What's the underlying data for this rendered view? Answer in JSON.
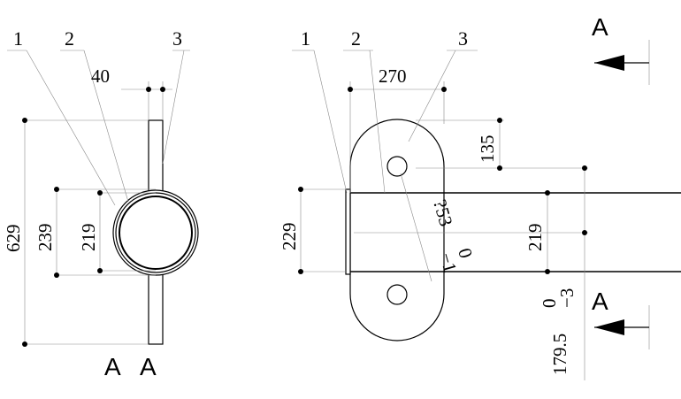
{
  "left_view": {
    "leaders": [
      "1",
      "2",
      "3"
    ],
    "dims": {
      "width_top": "40",
      "overall_height": "629",
      "outer_diameter": "239",
      "inner_diameter": "219"
    },
    "section": {
      "left": "A",
      "right": "A"
    }
  },
  "right_view": {
    "leaders": [
      "1",
      "2",
      "3"
    ],
    "dims": {
      "plate_width": "270",
      "hole_offset": "135",
      "flange_height": "229",
      "pipe_diameter": "219",
      "hole_diameter": "?53",
      "hole_tol_upper": "0",
      "hole_tol_lower": "−1",
      "offset_value": "179.5",
      "offset_tol_upper": "0",
      "offset_tol_lower": "−3"
    },
    "section_marker_top": "A",
    "section_marker_bottom": "A"
  }
}
